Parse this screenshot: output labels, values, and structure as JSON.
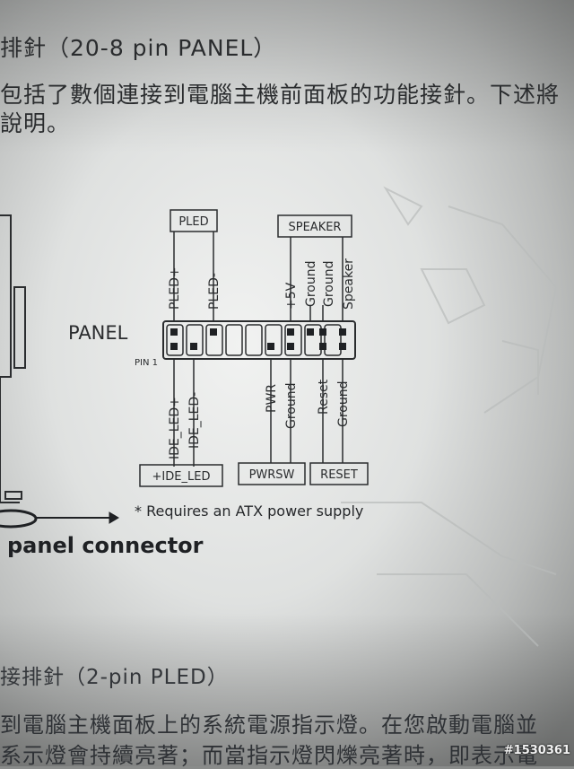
{
  "page": {
    "heading_top": "排針（20-8 pin PANEL）",
    "para1_line1": "包括了數個連接到電腦主機前面板的功能接針。下述將",
    "para1_line2": "說明。",
    "caption": "panel connector",
    "note": "* Requires an ATX power supply",
    "heading_bottom": "接排針（2-pin PLED）",
    "para2_line1": "到電腦主機面板上的系統電源指示燈。在您啟動電腦並",
    "para2_line2": "系示燈會持續亮著；而當指示燈閃爍亮著時，即表示電",
    "watermark": "#1530361"
  },
  "diagram": {
    "panel_label": "PANEL",
    "pin1_label": "PIN 1",
    "groups_top": [
      "PLED",
      "SPEAKER"
    ],
    "groups_bottom": [
      "+IDE_LED",
      "PWRSW",
      "RESET"
    ],
    "top_pin_labels": [
      "PLED+",
      "PLED-",
      "+5V",
      "Ground",
      "Ground",
      "Speaker"
    ],
    "bottom_pin_labels": [
      "IDE_LED+",
      "IDE_LED-",
      "PWR",
      "Ground",
      "Reset",
      "Ground"
    ]
  },
  "colors": {
    "paper_light": "#eceeed",
    "paper_shadow": "#9a9c9b",
    "ink": "#2a2c2e"
  }
}
